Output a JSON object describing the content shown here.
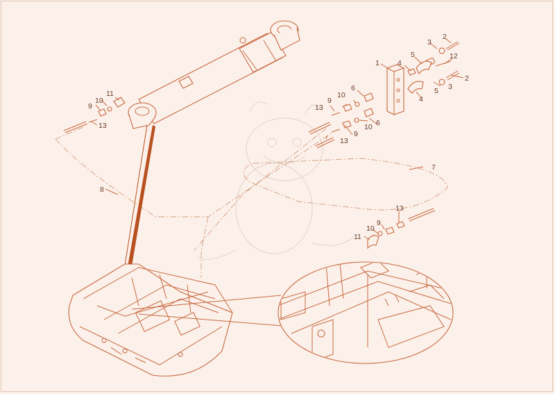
{
  "diagram": {
    "callouts": [
      {
        "id": "c1",
        "text": "1"
      },
      {
        "id": "c2a",
        "text": "2"
      },
      {
        "id": "c2b",
        "text": "2"
      },
      {
        "id": "c3a",
        "text": "3"
      },
      {
        "id": "c3b",
        "text": "3"
      },
      {
        "id": "c4a",
        "text": "4"
      },
      {
        "id": "c4b",
        "text": "4"
      },
      {
        "id": "c5a",
        "text": "5"
      },
      {
        "id": "c5b",
        "text": "5"
      },
      {
        "id": "c6a",
        "text": "6"
      },
      {
        "id": "c6b",
        "text": "6"
      },
      {
        "id": "c7",
        "text": "7"
      },
      {
        "id": "c8",
        "text": "8"
      },
      {
        "id": "c9a",
        "text": "9"
      },
      {
        "id": "c9b",
        "text": "9"
      },
      {
        "id": "c9c",
        "text": "9"
      },
      {
        "id": "c9d",
        "text": "9"
      },
      {
        "id": "c10a",
        "text": "10"
      },
      {
        "id": "c10b",
        "text": "10"
      },
      {
        "id": "c10c",
        "text": "10"
      },
      {
        "id": "c10d",
        "text": "10"
      },
      {
        "id": "c11a",
        "text": "11"
      },
      {
        "id": "c11b",
        "text": "11"
      },
      {
        "id": "c12",
        "text": "12"
      },
      {
        "id": "c13a",
        "text": "13"
      },
      {
        "id": "c13b",
        "text": "13"
      },
      {
        "id": "c13c",
        "text": "13"
      },
      {
        "id": "c13d",
        "text": "13"
      }
    ],
    "colors": {
      "line": "#c9673f",
      "arrow": "#b8501f",
      "label": "#6b3a26",
      "background": "#fbf1ea",
      "watermark": "#e7d6cb"
    }
  }
}
